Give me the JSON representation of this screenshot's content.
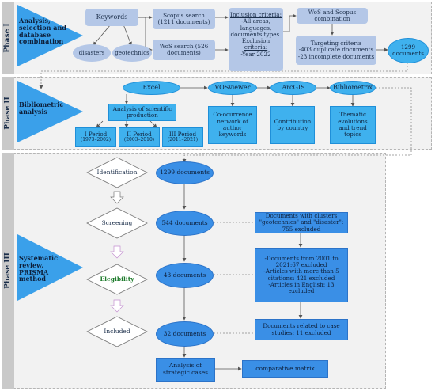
{
  "phases": {
    "p1": {
      "tab": "Phase I",
      "title": "Analysis, selection and database combination"
    },
    "p2": {
      "tab": "Phase II",
      "title": "Bibliometric analysis"
    },
    "p3": {
      "tab": "Phase III",
      "title": "Systematic review, PRISMA method"
    }
  },
  "p1": {
    "keywords": "Keywords",
    "disasters": "disasters",
    "geotechnics": "geotechnics",
    "scopus": "Scopus search (1211 documents)",
    "wos": "WoS search (526 documents)",
    "criteria": {
      "inc_title": "Inclusion criteria:",
      "inc_body": "-All areas, languages, documents types.",
      "exc_title": "Exclusion criteria:",
      "exc_body": "-Year 2022"
    },
    "combination": "WoS and Scopus combination",
    "targeting": "Targeting criteria",
    "targeting_l2": "-403 duplicate documents",
    "targeting_l3": "-23 incomplete documents",
    "result": "1299 documents"
  },
  "p2": {
    "excel": "Excel",
    "analysis": "Analysis of scientific production",
    "periods": [
      {
        "name": "I Period",
        "range": "(1973–2002)"
      },
      {
        "name": "II Period",
        "range": "(2003–2010)"
      },
      {
        "name": "III Period",
        "range": "(2011–2021)"
      }
    ],
    "vosviewer": "VOSviewer",
    "vos_out": "Co-ocurrence network of author keywords",
    "arcgis": "ArcGIS",
    "arcgis_out": "Contribution by country",
    "bibliometrix": "Bibliometrix",
    "biblio_out": "Thematic evolutions and trend topics"
  },
  "p3": {
    "stages": [
      "Identification",
      "Screening",
      "Elegibility",
      "Included"
    ],
    "counts": [
      "1299 documents",
      "544 documents",
      "43 documents",
      "32 documents"
    ],
    "excl1_l1": "Documents with clusters",
    "excl1_l2": "\"geotechnics\" and \"disaster\":",
    "excl1_l3": "755 excluded",
    "excl2_l1": "-Documents from 2001 to 2021:67 excluded",
    "excl2_l2": "-Articles with more than 5 citations: 421 excluded",
    "excl2_l3": "-Articles in English: 13 excluded",
    "excl3": "Documents related to case studies: 11 excluded",
    "strategic": "Analysis of strategic cases",
    "matrix": "comparative matrix"
  },
  "colors": {
    "triangle": "#3aa0ea",
    "box_lavender": "#b4c7e7",
    "box_cyan": "#3fb1ee",
    "box_blue": "#3a8fe6",
    "phase_bg": "#f2f2f2",
    "eligibility_text": "#1c7a2a"
  }
}
